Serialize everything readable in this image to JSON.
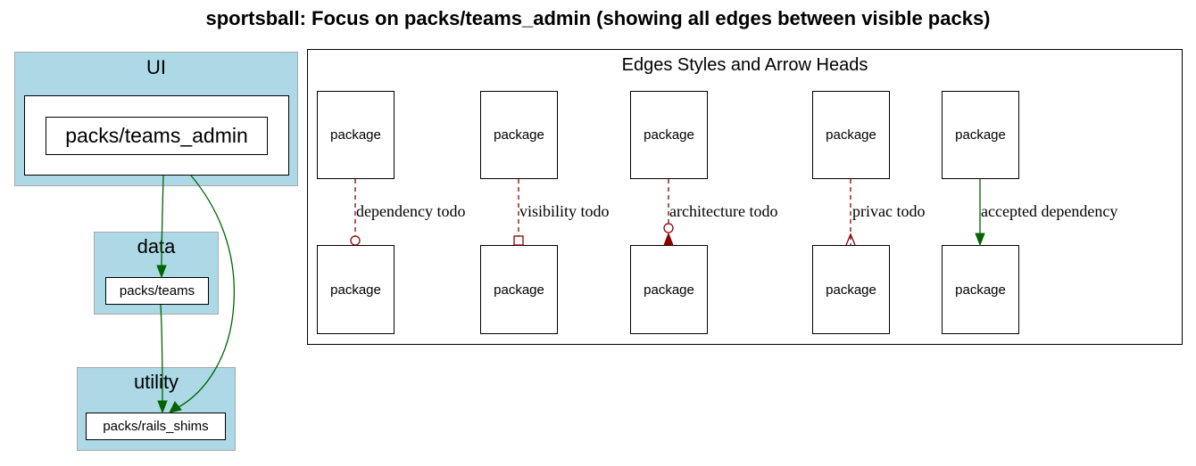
{
  "title": "sportsball: Focus on packs/teams_admin (showing all edges between visible packs)",
  "clusters": {
    "ui": {
      "label": "UI",
      "node": "packs/teams_admin"
    },
    "data": {
      "label": "data",
      "node": "packs/teams"
    },
    "utility": {
      "label": "utility",
      "node": "packs/rails_shims"
    }
  },
  "legend": {
    "title": "Edges Styles and Arrow Heads",
    "node_label": "package",
    "edges": [
      {
        "label": "dependency todo",
        "style": "dashed",
        "color": "#8b0000",
        "arrowhead": "odot"
      },
      {
        "label": "visibility todo",
        "style": "dashed",
        "color": "#8b0000",
        "arrowhead": "obox"
      },
      {
        "label": "architecture todo",
        "style": "dashed",
        "color": "#8b0000",
        "arrowhead": "odotnormal"
      },
      {
        "label": "privac todo",
        "style": "dashed",
        "color": "#8b0000",
        "arrowhead": "crow"
      },
      {
        "label": "accepted dependency",
        "style": "solid",
        "color": "#006400",
        "arrowhead": "normal"
      }
    ]
  },
  "colors": {
    "cluster_fill": "#add8e6",
    "cluster_border": "#a9a9a9",
    "accepted_edge": "#006400",
    "todo_edge": "#8b0000"
  }
}
